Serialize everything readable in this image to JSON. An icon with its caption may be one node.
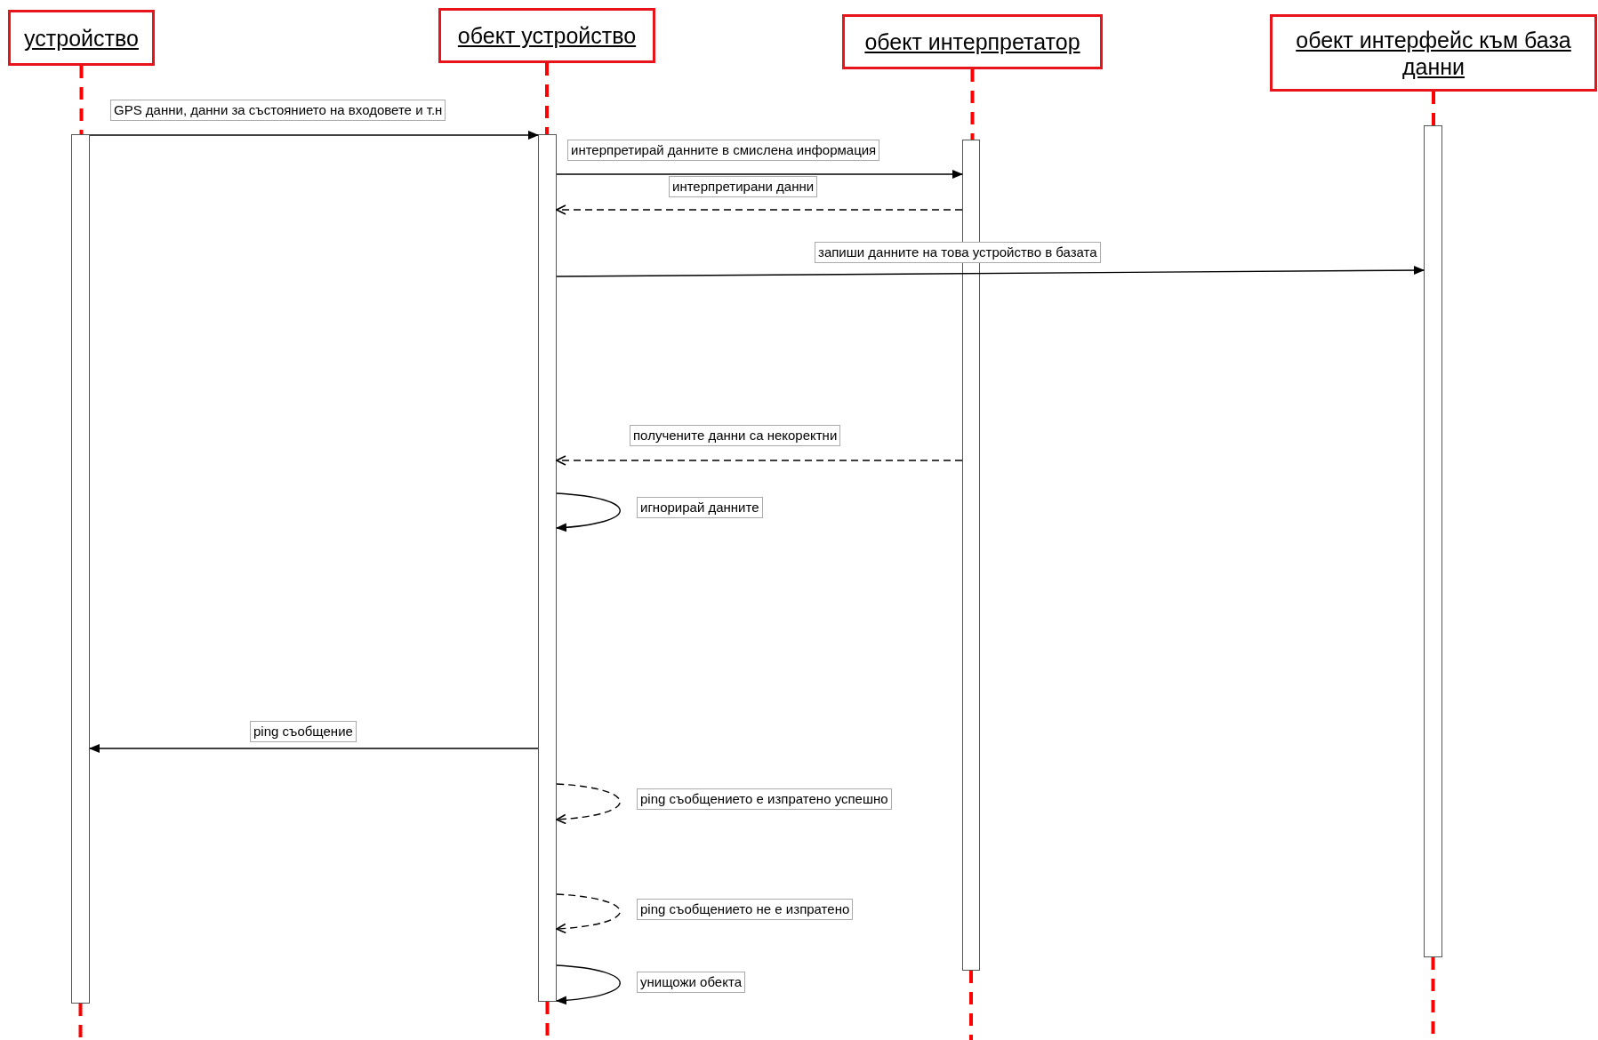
{
  "diagram": {
    "nodes": [
      {
        "text": [
          "устройство"
        ]
      },
      {
        "text": [
          "обект устройство"
        ]
      },
      {
        "text": [
          "обект интерпретатор"
        ]
      },
      {
        "text": [
          "обект интерфейс към база данни"
        ]
      },
      {
        "text": [],
        "shape": "bar"
      },
      {
        "text": [],
        "shape": "bar"
      },
      {
        "text": [],
        "shape": "bar"
      },
      {
        "text": [],
        "shape": "bar"
      }
    ],
    "edges": [
      {
        "from": 4,
        "to": 5,
        "arrow": "to",
        "label": "GPS данни, данни за състоянието на входовете и т.н"
      },
      {
        "from": 5,
        "to": 6,
        "arrow": "to",
        "label": "интерпретирай данните в смислена информация"
      },
      {
        "from": 6,
        "to": 5,
        "arrow": "to",
        "label": "интерпретирани данни",
        "style": "dashed"
      },
      {
        "from": 5,
        "to": 7,
        "arrow": "to",
        "label": "запиши данните на това устройство в базата"
      },
      {
        "from": 6,
        "to": 5,
        "arrow": "to",
        "label": "получените данни са некоректни",
        "style": "dashed"
      },
      {
        "from": 5,
        "to": 5,
        "arrow": "to",
        "label": "игнорирай данните"
      },
      {
        "from": 5,
        "to": 4,
        "arrow": "to",
        "label": "ping съобщение"
      },
      {
        "from": 5,
        "to": 5,
        "arrow": "to",
        "label": "ping съобщението е изпратено успешно",
        "style": "dashed"
      },
      {
        "from": 5,
        "to": 5,
        "arrow": "to",
        "label": "ping съобщението не е изпратено",
        "style": "dashed"
      },
      {
        "from": 5,
        "to": 5,
        "arrow": "to",
        "label": "унищожи обекта"
      },
      {
        "from": 0,
        "to": 4,
        "arrow": "none",
        "style": "dashed",
        "color": "#ff0000"
      },
      {
        "from": 1,
        "to": 5,
        "arrow": "none",
        "style": "dashed",
        "color": "#ff0000"
      },
      {
        "from": 2,
        "to": 6,
        "arrow": "none",
        "style": "dashed",
        "color": "#ff0000"
      },
      {
        "from": 3,
        "to": 7,
        "arrow": "none",
        "style": "dashed",
        "color": "#ff0000"
      }
    ]
  }
}
